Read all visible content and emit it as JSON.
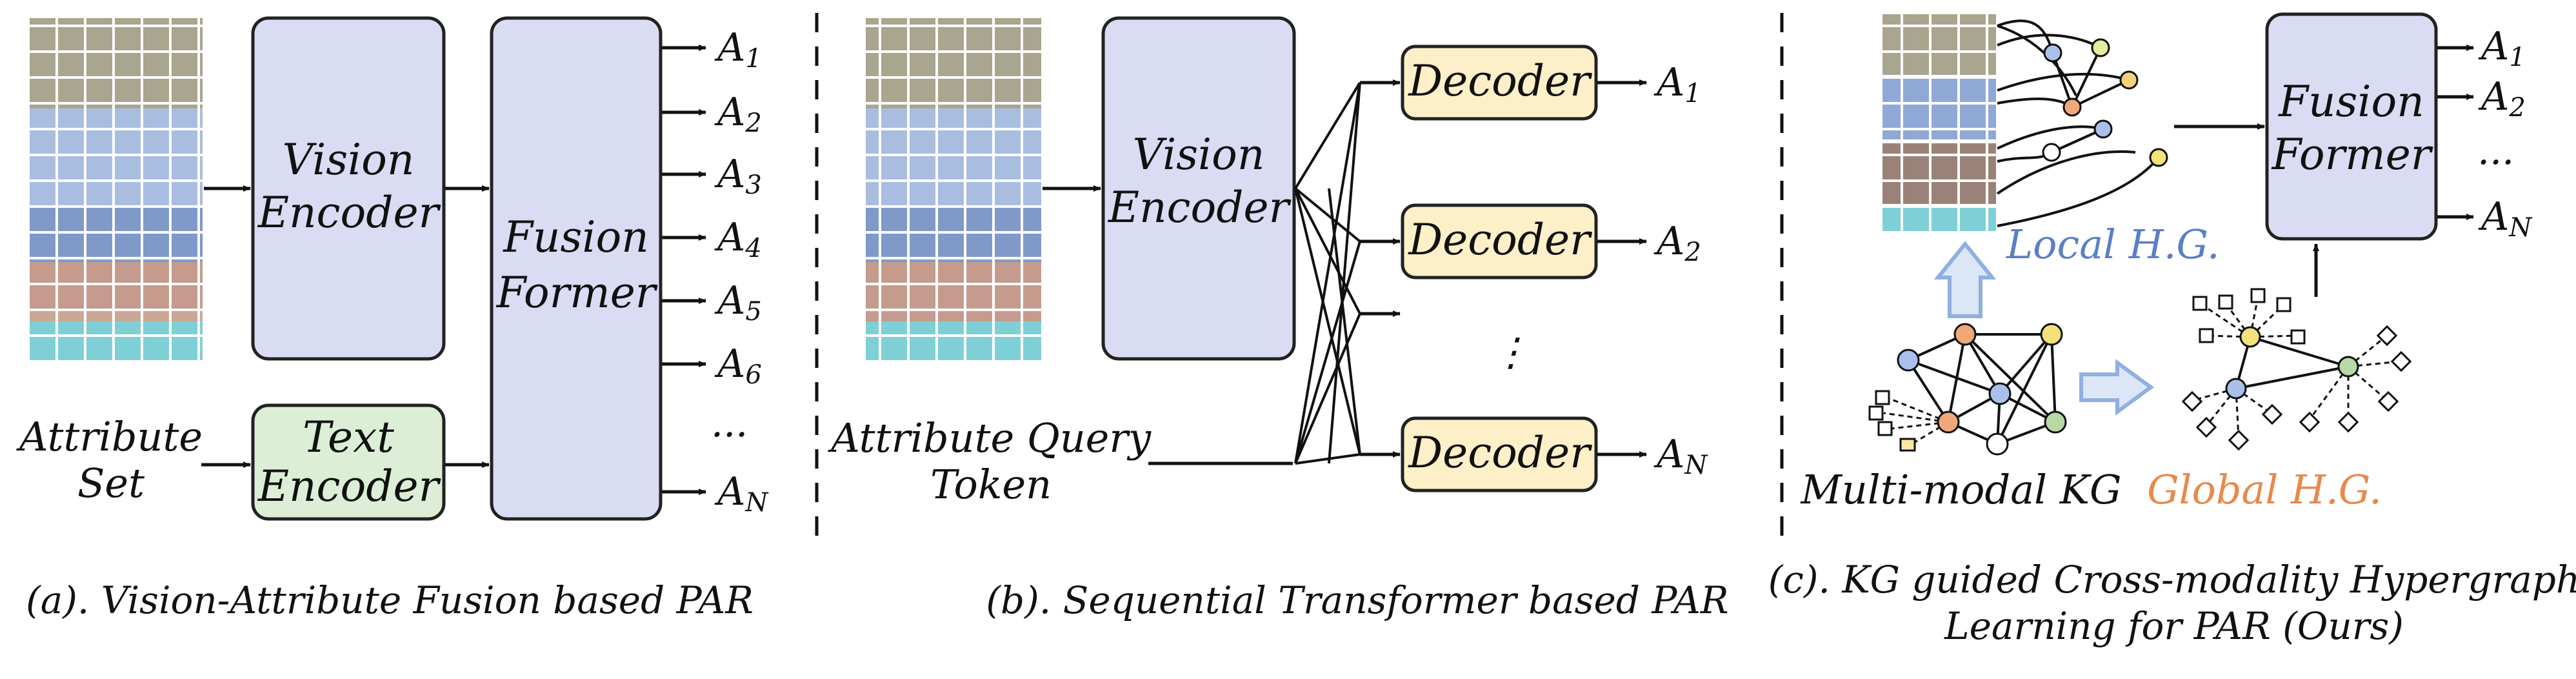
{
  "panel_a": {
    "vision_encoder": [
      "Vision",
      "Encoder"
    ],
    "text_encoder": [
      "Text",
      "Encoder"
    ],
    "fusion_former": [
      "Fusion",
      "Former"
    ],
    "attribute_set": [
      "Attribute",
      "Set"
    ],
    "outputs": [
      {
        "base": "A",
        "sub": "1"
      },
      {
        "base": "A",
        "sub": "2"
      },
      {
        "base": "A",
        "sub": "3"
      },
      {
        "base": "A",
        "sub": "4"
      },
      {
        "base": "A",
        "sub": "5"
      },
      {
        "base": "A",
        "sub": "6"
      },
      {
        "base": "A",
        "sub": "N"
      }
    ],
    "ellipsis": "...",
    "caption": "(a). Vision-Attribute Fusion based PAR"
  },
  "panel_b": {
    "vision_encoder": [
      "Vision",
      "Encoder"
    ],
    "attribute_query": [
      "Attribute Query",
      "Token"
    ],
    "decoder_label": "Decoder",
    "outputs": [
      {
        "base": "A",
        "sub": "1"
      },
      {
        "base": "A",
        "sub": "2"
      },
      {
        "base": "A",
        "sub": "N"
      }
    ],
    "ellipsis": "⋮",
    "caption": "(b). Sequential Transformer based PAR"
  },
  "panel_c": {
    "fusion_former": [
      "Fusion",
      "Former"
    ],
    "outputs": [
      {
        "base": "A",
        "sub": "1"
      },
      {
        "base": "A",
        "sub": "2"
      },
      {
        "base": "A",
        "sub": "N"
      }
    ],
    "ellipsis": "...",
    "local_hg": "Local H.G.",
    "global_hg": "Global H.G.",
    "kg_label": "Multi-modal KG",
    "caption": [
      "(c). KG guided Cross-modality Hypergraph",
      "Learning for PAR (Ours)"
    ]
  },
  "colors": {
    "encoder_fill": "#d9dcf2",
    "text_encoder_fill": "#dcefd6",
    "decoder_fill": "#fdf0c8",
    "local_hg_text": "#5b7fc7",
    "global_hg_text": "#e8894d",
    "hollow_arrow": "#8fb0e0"
  }
}
